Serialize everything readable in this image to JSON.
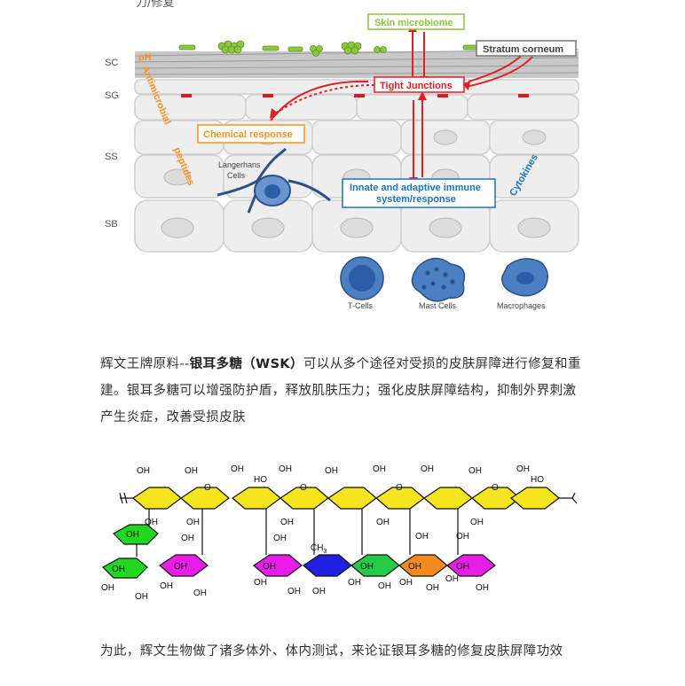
{
  "top_fragment": "力/修复",
  "skin_figure": {
    "layers": [
      "SC",
      "SG",
      "SS",
      "SB"
    ],
    "labels": {
      "skin_microbiome": "Skin microbiome",
      "stratum_corneum": "Stratum corneum",
      "tight_junctions": "Tight Junctions",
      "chemical_response": "Chemical response",
      "immune_line1": "Innate and adaptive immune",
      "immune_line2": "system/response",
      "ph": "pH",
      "antimicrobial": "Antimicrobial",
      "peptides": "peptides",
      "cytokines": "Cytokines",
      "langerhans_1": "Langerhans",
      "langerhans_2": "Cells",
      "t_cells": "T-Cells",
      "mast_cells": "Mast Cells",
      "macrophages": "Macrophages"
    },
    "colors": {
      "microbiome": "#8dc63f",
      "tight_junctions": "#e31e24",
      "chemical": "#f7941d",
      "immune": "#1b75bb",
      "cells": "#4a7fc1"
    }
  },
  "para1": {
    "prefix": "辉文王牌原料--",
    "bold": "银耳多糖（WSK）",
    "rest": "可以从多个途径对受损的皮肤屏障进行修复和重建。银耳多糖可以增强防护盾，释放肌肤压力；强化皮肤屏障结构，抑制外界刺激产生炎症，改善受损皮肤"
  },
  "chem_figure": {
    "oh": "OH",
    "o": "O",
    "ho": "HO",
    "ch3": "CH",
    "ch3_sub": "3",
    "colors": {
      "mannose": "#f5e51e",
      "xylose": "#1fd81f",
      "glucuronic": "#e81ee8",
      "fucose": "#2020e0",
      "xylose2": "#22cc44",
      "galactose": "#f28a1e"
    }
  },
  "para2": {
    "text": "为此，辉文生物做了诸多体外、体内测试，来论证银耳多糖的修复皮肤屏障功效"
  }
}
